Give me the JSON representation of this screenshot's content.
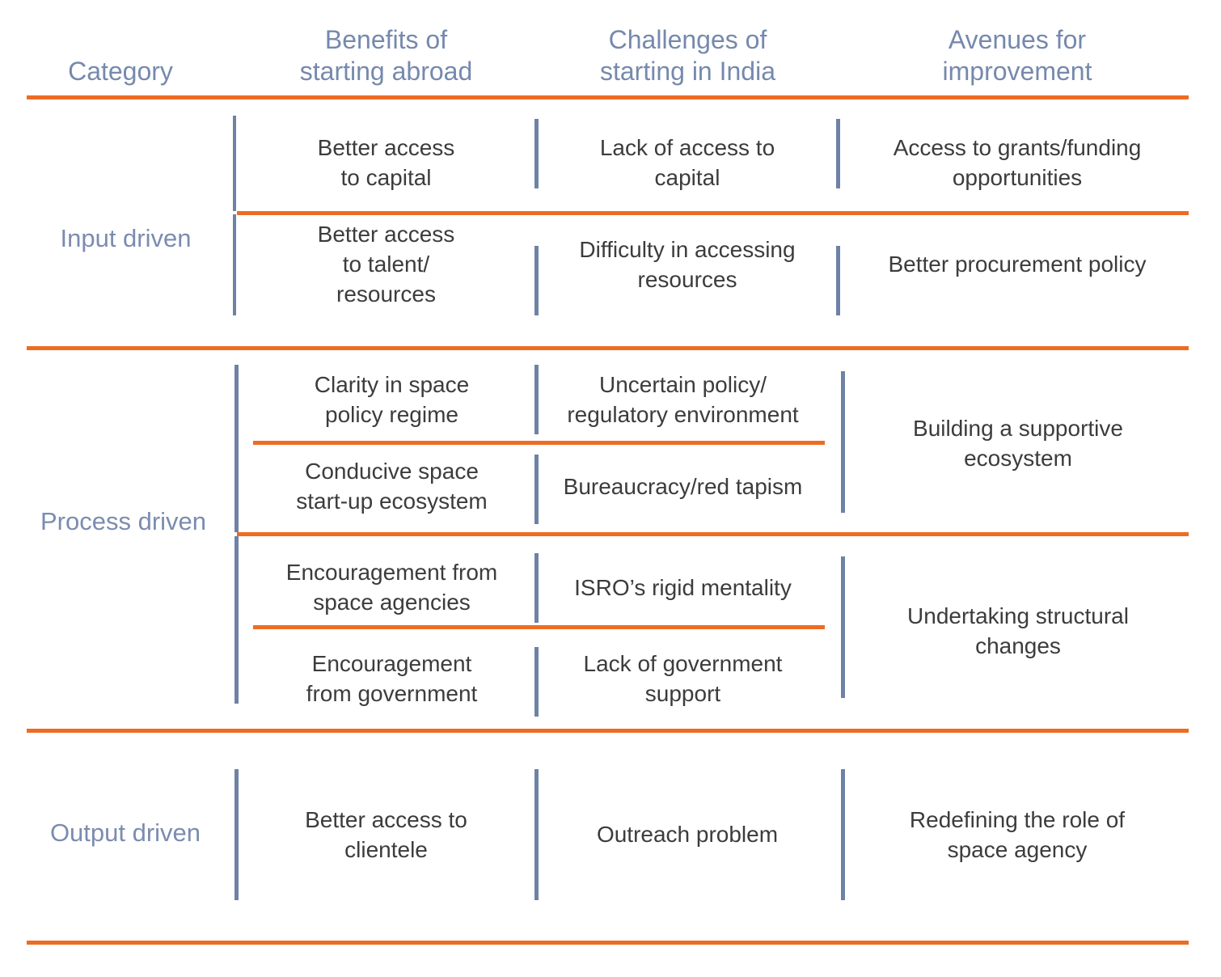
{
  "theme": {
    "accent_rule_color": "#ED6C24",
    "divider_color": "#6E82A6",
    "header_text_color": "#7689AD",
    "category_text_color": "#7B8CB0",
    "body_text_color": "#3C3C3C",
    "background": "#FFFFFF"
  },
  "table": {
    "columns": [
      {
        "id": "category",
        "label": "Category"
      },
      {
        "id": "benefits",
        "label": "Benefits of\nstarting abroad"
      },
      {
        "id": "challenges",
        "label": "Challenges of\nstarting in India"
      },
      {
        "id": "avenues",
        "label": "Avenues for\nimprovement"
      }
    ],
    "groups": [
      {
        "category": "Input driven",
        "rows": [
          {
            "benefits": "Better access\nto capital",
            "challenges": "Lack of access to\ncapital",
            "avenues": "Access to grants/funding\nopportunities"
          },
          {
            "benefits": "Better access\nto talent/\nresources",
            "challenges": "Difficulty in accessing\nresources",
            "avenues": "Better procurement policy"
          }
        ]
      },
      {
        "category": "Process driven",
        "subblocks": [
          {
            "rows": [
              {
                "benefits": "Clarity in space\npolicy regime",
                "challenges": "Uncertain policy/\nregulatory environment"
              },
              {
                "benefits": "Conducive space\nstart-up ecosystem",
                "challenges": "Bureaucracy/red tapism"
              }
            ],
            "avenues": "Building a supportive\necosystem"
          },
          {
            "rows": [
              {
                "benefits": "Encouragement from\nspace agencies",
                "challenges": "ISRO’s rigid mentality"
              },
              {
                "benefits": "Encouragement\nfrom government",
                "challenges": "Lack of government\nsupport"
              }
            ],
            "avenues": "Undertaking structural\nchanges"
          }
        ]
      },
      {
        "category": "Output driven",
        "rows": [
          {
            "benefits": "Better access to\nclientele",
            "challenges": "Outreach problem",
            "avenues": "Redefining the role of\nspace agency"
          }
        ]
      }
    ]
  }
}
